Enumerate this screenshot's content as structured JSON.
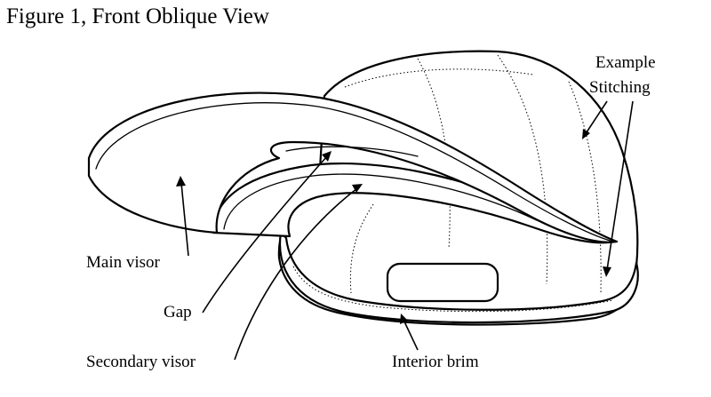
{
  "figure": {
    "title": "Figure 1, Front Oblique View"
  },
  "labels": {
    "example_stitching_line1": "Example",
    "example_stitching_line2": "Stitching",
    "main_visor": "Main visor",
    "gap": "Gap",
    "secondary_visor": "Secondary visor",
    "interior_brim": "Interior brim"
  }
}
